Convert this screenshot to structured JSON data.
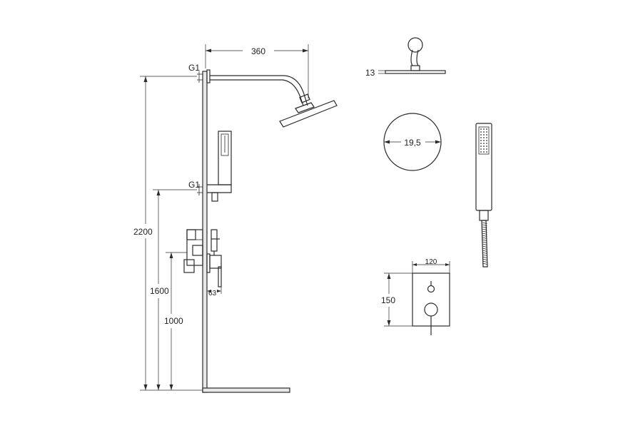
{
  "dimensions": {
    "head_width": "360",
    "connection_upper": "G1",
    "connection_lower": "G1",
    "height_total": "2200",
    "height_middle": "1600",
    "height_lower": "1000",
    "mixer_depth": "63",
    "arm_height": "13",
    "head_diameter": "19,5",
    "plate_width": "120",
    "plate_height": "150"
  },
  "colors": {
    "line": "#2b2b2b",
    "wall_fill": "#e9e9e9"
  }
}
